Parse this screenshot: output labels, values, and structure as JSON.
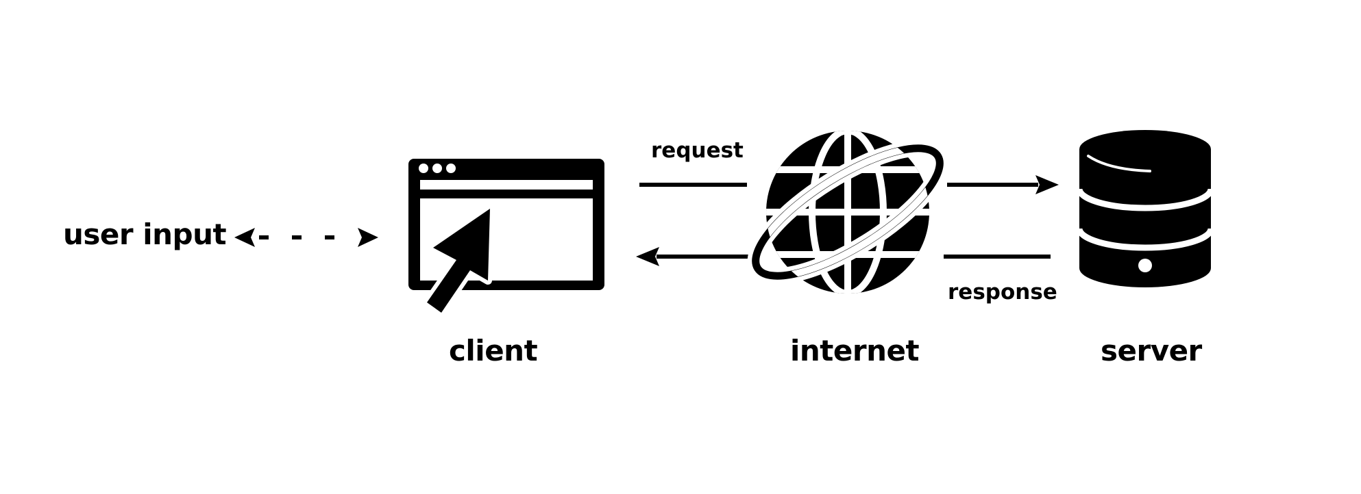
{
  "nodes": {
    "user_input": "user input",
    "client": "client",
    "internet": "internet",
    "server": "server"
  },
  "edges": {
    "request": "request",
    "response": "response"
  },
  "colors": {
    "ink": "#000000",
    "background": "#ffffff"
  },
  "icons": {
    "client": "browser-window-cursor-icon",
    "internet": "globe-icon",
    "server": "database-icon"
  }
}
